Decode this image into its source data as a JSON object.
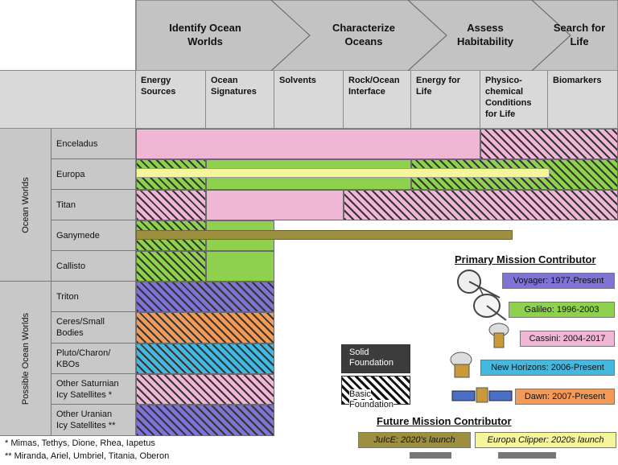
{
  "header": {
    "stages": [
      {
        "label": "Identify Ocean\nWorlds"
      },
      {
        "label": "Characterize\nOceans"
      },
      {
        "label": "Assess\nHabitability"
      },
      {
        "label": "Search for\nLife"
      }
    ],
    "columns": [
      "Energy\nSources",
      "Ocean\nSignatures",
      "Solvents",
      "Rock/Ocean\nInterface",
      "Energy for\nLife",
      "Physico-\nchemical\nConditions\nfor Life",
      "Biomarkers"
    ]
  },
  "groups": {
    "ocean_worlds": "Ocean Worlds",
    "possible": "Possible Ocean Worlds"
  },
  "bodies": [
    "Enceladus",
    "Europa",
    "Titan",
    "Ganymede",
    "Callisto",
    "Triton",
    "Ceres/Small\nBodies",
    "Pluto/Charon/\nKBOs",
    "Other Saturnian\nIcy Satellites *",
    "Other Uranian\nIcy Satellites **"
  ],
  "legend": {
    "solid": "Solid\nFoundation",
    "basic": "Basic\nFoundation"
  },
  "primary": {
    "title": "Primary Mission Contributor",
    "missions": [
      {
        "label": "Voyager: 1977-Present",
        "color": "#7f73d6"
      },
      {
        "label": "Galileo: 1996-2003",
        "color": "#8fd14f"
      },
      {
        "label": "Cassini: 2004-2017",
        "color": "#f0b6d6"
      },
      {
        "label": "New Horizons: 2006-Present",
        "color": "#45b8e0"
      },
      {
        "label": "Dawn: 2007-Present",
        "color": "#f29a57"
      }
    ]
  },
  "future": {
    "title": "Future Mission Contributor",
    "missions": [
      {
        "label": "JuIcE: 2020's launch",
        "color": "#9c8f3e"
      },
      {
        "label": "Europa Clipper: 2020s launch",
        "color": "#f5f59a"
      }
    ]
  },
  "footnotes": [
    "* Mimas, Tethys, Dione, Rhea, Iapetus",
    "** Miranda, Ariel, Umbriel, Titania, Oberon"
  ],
  "colors": {
    "pink": "#f0b6d6",
    "green": "#8fd14f",
    "purple": "#7f73d6",
    "orange": "#f29a57",
    "blue": "#45b8e0",
    "juice": "#9c8f3e",
    "clipper": "#f5f59a"
  }
}
